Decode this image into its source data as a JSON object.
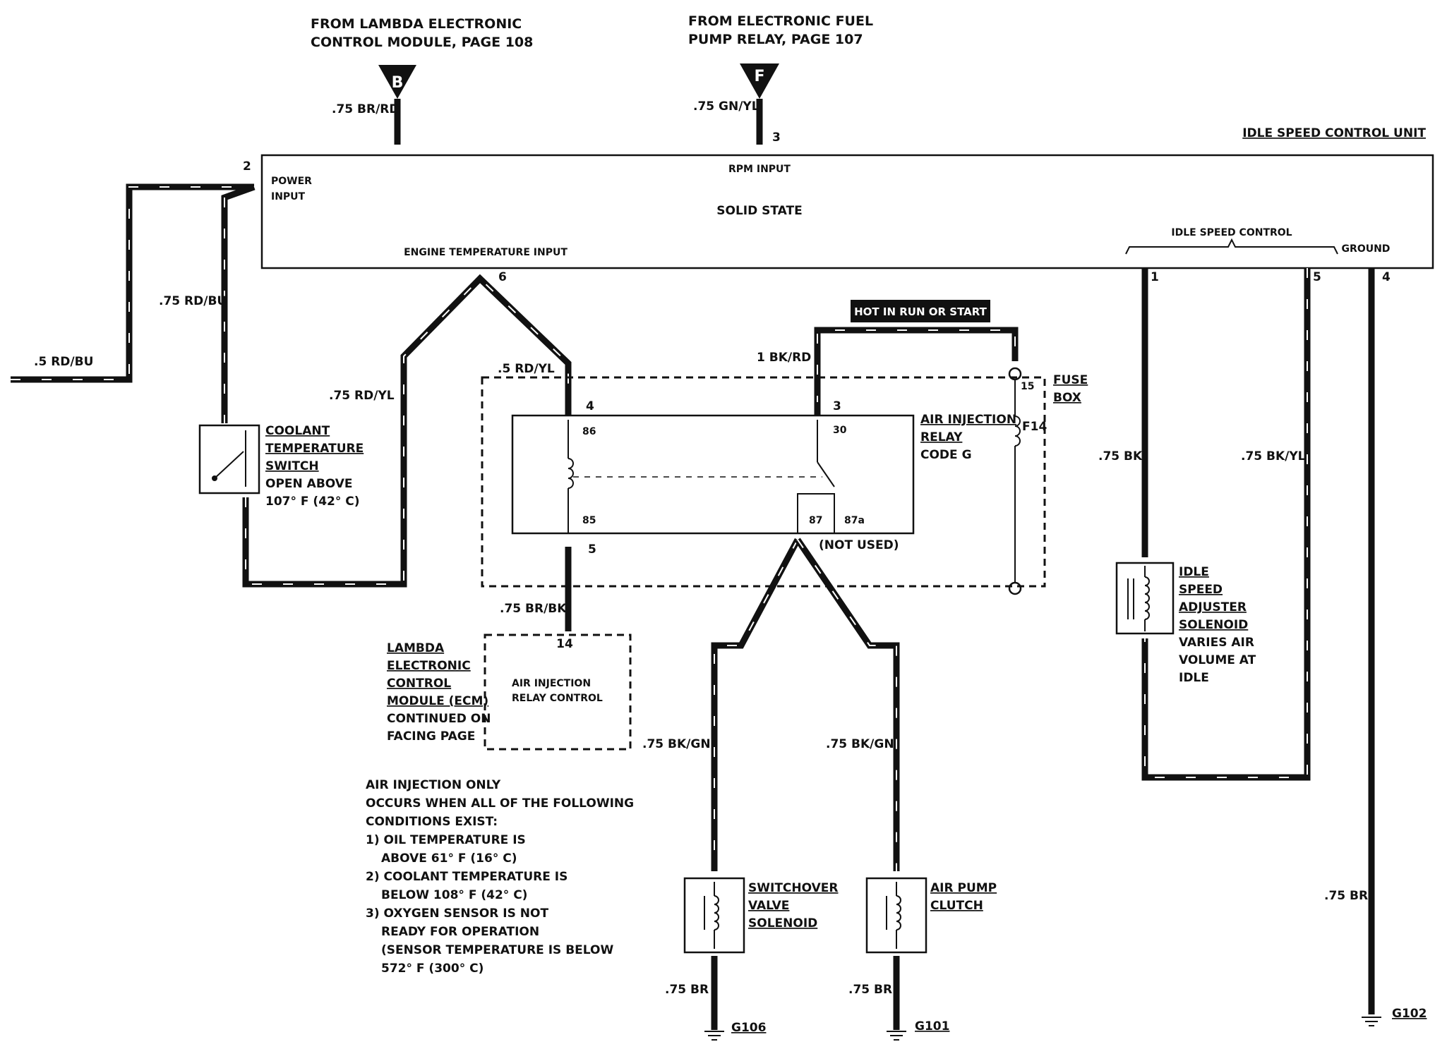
{
  "connectors": {
    "b": {
      "letter": "B",
      "from_line1": "FROM LAMBDA ELECTRONIC",
      "from_line2": "CONTROL MODULE, PAGE 108",
      "wire": ".75 BR/RD"
    },
    "f": {
      "letter": "F",
      "from_line1": "FROM ELECTRONIC FUEL",
      "from_line2": "PUMP RELAY, PAGE 107",
      "wire": ".75 GN/YL",
      "pin": "3"
    }
  },
  "isc_unit": {
    "title": "IDLE SPEED CONTROL UNIT",
    "power_input_line1": "POWER",
    "power_input_line2": "INPUT",
    "power_pin": "2",
    "rpm_input": "RPM INPUT",
    "solid_state": "SOLID STATE",
    "engine_temp_input": "ENGINE TEMPERATURE INPUT",
    "engine_temp_pin": "6",
    "idle_speed_control": "IDLE SPEED CONTROL",
    "ground": "GROUND",
    "pin1": "1",
    "pin5": "5",
    "pin4": "4"
  },
  "wires": {
    "rd_bu_05": ".5 RD/BU",
    "rd_bu_075": ".75 RD/BU",
    "rd_yl_075": ".75 RD/YL",
    "rd_yl_05": ".5 RD/YL",
    "bk_rd_1": "1 BK/RD",
    "br_bk_075": ".75 BR/BK",
    "bk_gn_left": ".75 BK/GN",
    "bk_gn_right": ".75 BK/GN",
    "bk_075": ".75 BK",
    "bk_yl_075": ".75 BK/YL",
    "br_ground": ".75 BR",
    "br_left": ".75 BR",
    "br_mid": ".75 BR"
  },
  "coolant_switch": {
    "line1": "COOLANT",
    "line2": "TEMPERATURE",
    "line3": "SWITCH",
    "line4": "OPEN ABOVE",
    "line5": "107° F (42° C)"
  },
  "hot_label": "HOT IN RUN OR START",
  "fuse_box": {
    "line1": "FUSE",
    "line2": "BOX",
    "fuse": "F14",
    "pin": "15"
  },
  "relay": {
    "line1": "AIR INJECTION",
    "line2": "RELAY",
    "line3": "CODE G",
    "pin4": "4",
    "pin3": "3",
    "pin5": "5",
    "t86": "86",
    "t85": "85",
    "t30": "30",
    "t87": "87",
    "t87a": "87a",
    "not_used": "(NOT USED)"
  },
  "ecm": {
    "line1": "LAMBDA",
    "line2": "ELECTRONIC",
    "line3": "CONTROL",
    "line4": "MODULE (ECM)",
    "line5": "CONTINUED ON",
    "line6": "FACING PAGE",
    "pin": "14",
    "inner1": "AIR INJECTION",
    "inner2": "RELAY CONTROL"
  },
  "idle_solenoid": {
    "line1": "IDLE",
    "line2": "SPEED",
    "line3": "ADJUSTER",
    "line4": "SOLENOID",
    "line5": "VARIES AIR",
    "line6": "VOLUME AT",
    "line7": "IDLE"
  },
  "switchover": {
    "line1": "SWITCHOVER",
    "line2": "VALVE",
    "line3": "SOLENOID",
    "ground": "G106"
  },
  "air_pump": {
    "line1": "AIR PUMP",
    "line2": "CLUTCH",
    "ground": "G101"
  },
  "main_ground": "G102",
  "note": {
    "line1": "AIR INJECTION ONLY",
    "line2": "OCCURS WHEN ALL OF THE FOLLOWING",
    "line3": "CONDITIONS EXIST:",
    "line4": "1) OIL TEMPERATURE IS",
    "line5": "ABOVE 61° F (16° C)",
    "line6": "2) COOLANT TEMPERATURE IS",
    "line7": "BELOW 108° F (42° C)",
    "line8": "3) OXYGEN SENSOR IS NOT",
    "line9": "READY FOR OPERATION",
    "line10": "(SENSOR TEMPERATURE IS BELOW",
    "line11": "572° F (300° C)"
  }
}
